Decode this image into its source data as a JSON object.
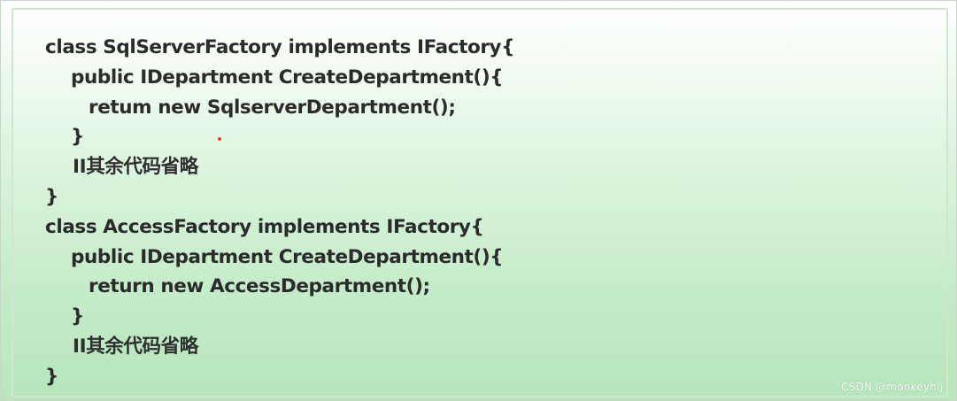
{
  "code_lines": [
    "class SqlServerFactory implements IFactory{",
    "public IDepartment CreateDepartment(){",
    "retum new SqlserverDepartment();",
    "}",
    "II其余代码省略",
    "}",
    "class AccessFactory implements IFactory{",
    "public IDepartment CreateDepartment(){",
    "return new AccessDepartment();",
    "}",
    "II其余代码省略",
    "}"
  ],
  "watermark": "CSDN @monkeyhlj",
  "colors": {
    "text": "#2b2b2b",
    "background_top": "#ffffff",
    "background_bottom": "#b8e6bd",
    "annotation_dot": "#e53935"
  }
}
